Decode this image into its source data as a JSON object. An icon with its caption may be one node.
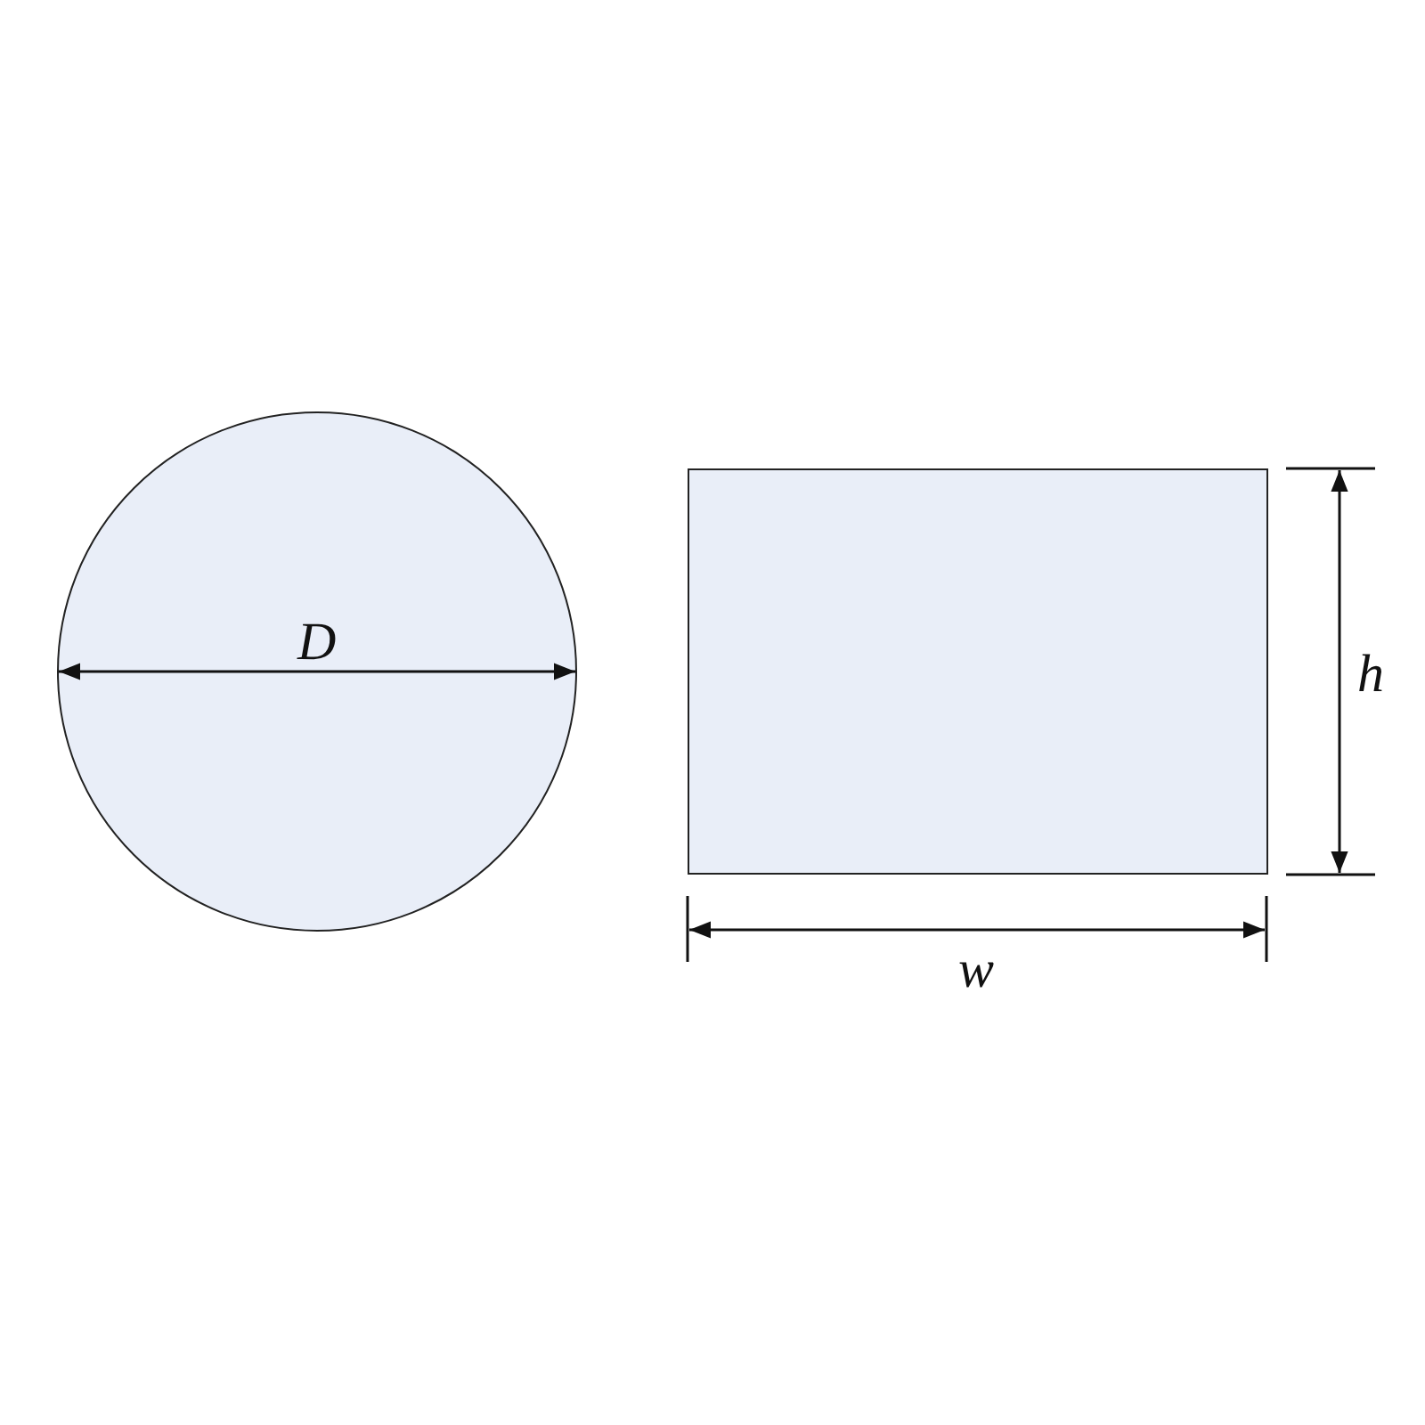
{
  "diagram": {
    "nodes": [
      {
        "text": [
          "D"
        ]
      },
      {
        "text": [],
        "shape": "box"
      }
    ],
    "labels": [
      "h",
      "w"
    ]
  }
}
